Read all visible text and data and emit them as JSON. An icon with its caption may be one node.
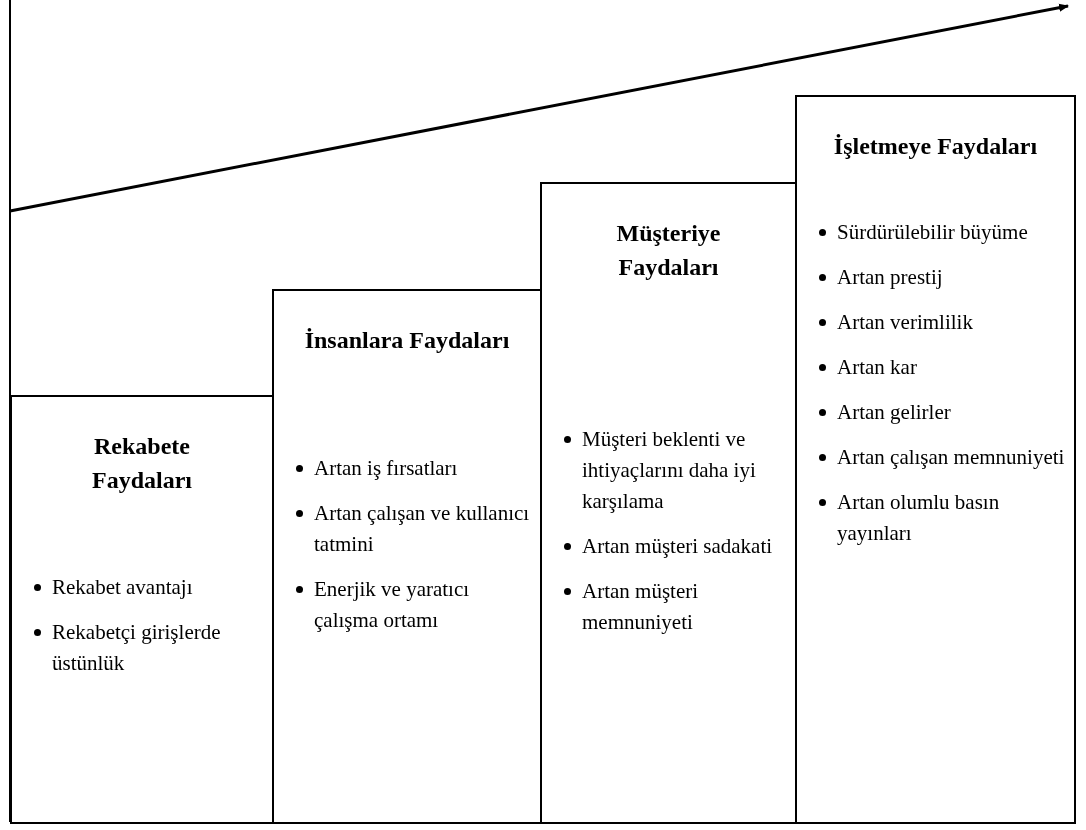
{
  "diagram": {
    "nodes": [
      {
        "text": [
          "Rekabete Faydaları",
          "Rekabet avantajı",
          "Rekabetçi girişlerde üstünlük"
        ]
      },
      {
        "text": [
          "İnsanlara Faydaları",
          "Artan iş fırsatları",
          "Artan çalışan ve kullanıcı tatmini",
          "Enerjik ve yaratıcı çalışma ortamı"
        ]
      },
      {
        "text": [
          "Müşteriye Faydaları",
          "Müşteri beklenti ve ihtiyaçlarını daha iyi karşılama",
          "Artan müşteri sadakati",
          "Artan müşteri memnuniyeti"
        ]
      },
      {
        "text": [
          "İşletmeye Faydaları",
          "Sürdürülebilir büyüme",
          "Artan prestij",
          "Artan verimlilik",
          "Artan kar",
          "Artan gelirler",
          "Artan çalışan memnuniyeti",
          "Artan olumlu basın yayınları"
        ]
      }
    ]
  }
}
